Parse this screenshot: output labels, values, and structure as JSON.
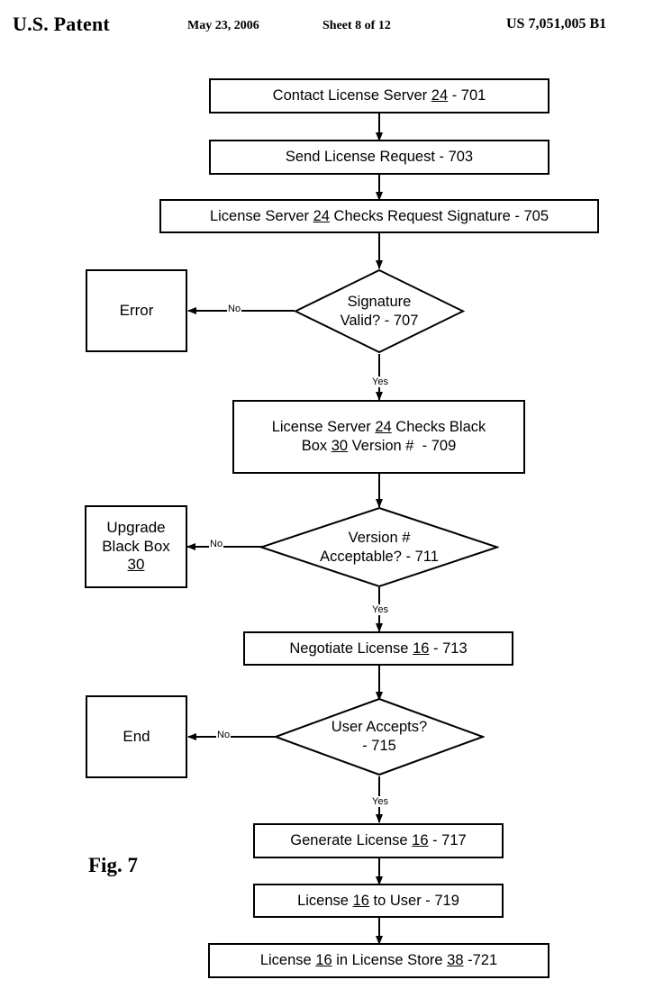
{
  "header": {
    "title": "U.S. Patent",
    "date": "May 23, 2006",
    "sheet": "Sheet 8 of 12",
    "patent_number": "US 7,051,005 B1"
  },
  "figure": {
    "label": "Fig. 7"
  },
  "flowchart": {
    "nodes": [
      {
        "id": "n701",
        "type": "process",
        "text_html": "Contact License Server <u>24</u> - 701",
        "text": "Contact License Server 24 - 701"
      },
      {
        "id": "n703",
        "type": "process",
        "text_html": "Send License Request - 703",
        "text": "Send License Request - 703"
      },
      {
        "id": "n705",
        "type": "process",
        "text_html": "License Server <u>24</u> Checks Request Signature - 705",
        "text": "License Server 24 Checks Request Signature - 705"
      },
      {
        "id": "error",
        "type": "terminal",
        "text_html": "Error",
        "text": "Error"
      },
      {
        "id": "n707",
        "type": "decision",
        "text_html": "Signature<br>Valid? - 707",
        "text": "Signature Valid? - 707"
      },
      {
        "id": "n709",
        "type": "process",
        "text_html": "License Server <u>24</u> Checks Black<br>Box <u>30</u> Version #&nbsp; - 709",
        "text": "License Server 24 Checks Black Box 30 Version # - 709"
      },
      {
        "id": "upgrade",
        "type": "terminal",
        "text_html": "Upgrade<br>Black Box<br><u>30</u>",
        "text": "Upgrade Black Box 30"
      },
      {
        "id": "n711",
        "type": "decision",
        "text_html": "Version #<br>Acceptable? - 711",
        "text": "Version # Acceptable? - 711"
      },
      {
        "id": "n713",
        "type": "process",
        "text_html": "Negotiate License <u>16</u> - 713",
        "text": "Negotiate License 16 - 713"
      },
      {
        "id": "end",
        "type": "terminal",
        "text_html": "End",
        "text": "End"
      },
      {
        "id": "n715",
        "type": "decision",
        "text_html": "User Accepts?<br>- 715",
        "text": "User Accepts? - 715"
      },
      {
        "id": "n717",
        "type": "process",
        "text_html": "Generate License <u>16</u> - 717",
        "text": "Generate License 16 - 717"
      },
      {
        "id": "n719",
        "type": "process",
        "text_html": "License <u>16</u> to User - 719",
        "text": "License 16 to User - 719"
      },
      {
        "id": "n721",
        "type": "process",
        "text_html": "License <u>16</u> in License Store <u>38</u> -721",
        "text": "License 16 in License Store 38 -721"
      }
    ],
    "edge_labels": {
      "no_707": "No",
      "yes_707": "Yes",
      "no_711": "No",
      "yes_711": "Yes",
      "no_715": "No",
      "yes_715": "Yes"
    }
  }
}
